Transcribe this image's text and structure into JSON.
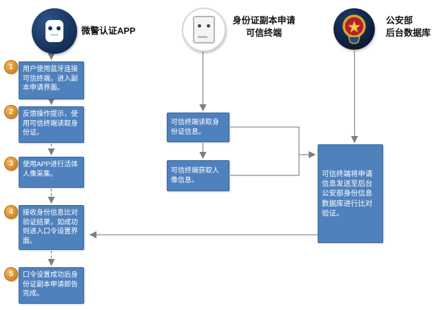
{
  "header": {
    "nodes": [
      {
        "icon": "police-app-device-icon",
        "label": "微警认证APP"
      },
      {
        "icon": "trusted-terminal-device-icon",
        "label_line1": "身份证副本申请",
        "label_line2": "可信终端"
      },
      {
        "icon": "police-emblem-icon",
        "label_line1": "公安部",
        "label_line2": "后台数据库"
      }
    ]
  },
  "steps": [
    {
      "num": "1",
      "text": "用户使用蓝牙连接可信终端，进入副本申请界面。"
    },
    {
      "num": "2",
      "text": "反馈操作提示，使用可信终端读取身份证。"
    },
    {
      "num": "3",
      "text": "使用APP进行活体人像采集。"
    },
    {
      "num": "4",
      "text": "接收身份信息比对验证结果，如成功则进入口令设置界面。"
    },
    {
      "num": "5",
      "text": "口令设置成功后身份证副本申请即告完成。"
    }
  ],
  "middle_boxes": [
    {
      "text": "可信终端读取身份证信息。"
    },
    {
      "text": "可信终端获取人像信息。"
    }
  ],
  "right_box": {
    "text": "可信终端将申请信息发送至后台公安部身份信息数据库进行比对验证。"
  },
  "colors": {
    "process_box_blue": "#4f81bd",
    "process_box_border": "#38669b",
    "badge_orange": "#e0912f",
    "app_circle_navy": "#16355e",
    "db_circle_navy": "#0d1f3c",
    "connector_gray": "#8c8c8c",
    "emblem_gold": "#d9a62a",
    "emblem_red": "#b3212b"
  }
}
